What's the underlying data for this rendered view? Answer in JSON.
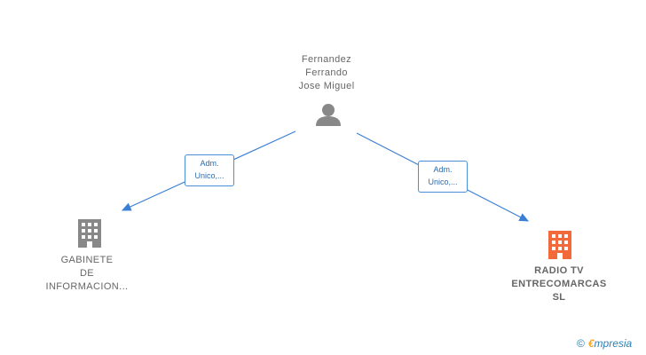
{
  "person": {
    "name_lines": [
      "Fernandez",
      "Ferrando",
      "Jose Miguel"
    ],
    "icon": "person-icon"
  },
  "companies": [
    {
      "name_lines": [
        "GABINETE",
        "DE",
        "INFORMACION..."
      ],
      "icon": "building-icon",
      "color": "#888888"
    },
    {
      "name_lines": [
        "RADIO TV",
        "ENTRECOMARCAS",
        "SL"
      ],
      "icon": "building-icon",
      "color": "#f26a3a"
    }
  ],
  "relations": [
    {
      "label_lines": [
        "Adm.",
        "Unico,..."
      ]
    },
    {
      "label_lines": [
        "Adm.",
        "Unico,..."
      ]
    }
  ],
  "brand": {
    "copyright": "©",
    "e": "€",
    "name": "mpresia"
  },
  "colors": {
    "line": "#3a7fd5",
    "person": "#888888"
  }
}
